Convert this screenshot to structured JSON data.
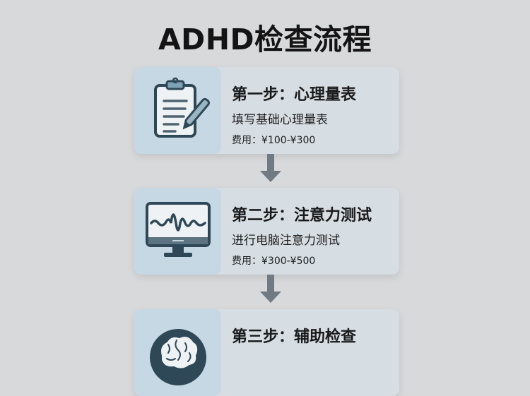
{
  "title": "ADHD检查流程",
  "colors": {
    "background": "#d8d9db",
    "card": "#d6dde3",
    "icon_panel": "#c6d8e3",
    "icon_stroke": "#2f4858",
    "arrow": "#6f7a82"
  },
  "steps": [
    {
      "title": "第一步：心理量表",
      "description": "填写基础心理量表",
      "cost": "费用：¥100-¥300",
      "icon": "clipboard-pen-icon"
    },
    {
      "title": "第二步：注意力测试",
      "description": "进行电脑注意力测试",
      "cost": "费用：¥300-¥500",
      "icon": "monitor-waveform-icon"
    },
    {
      "title": "第三步：辅助检查",
      "description": "",
      "cost": "",
      "icon": "brain-icon"
    }
  ]
}
